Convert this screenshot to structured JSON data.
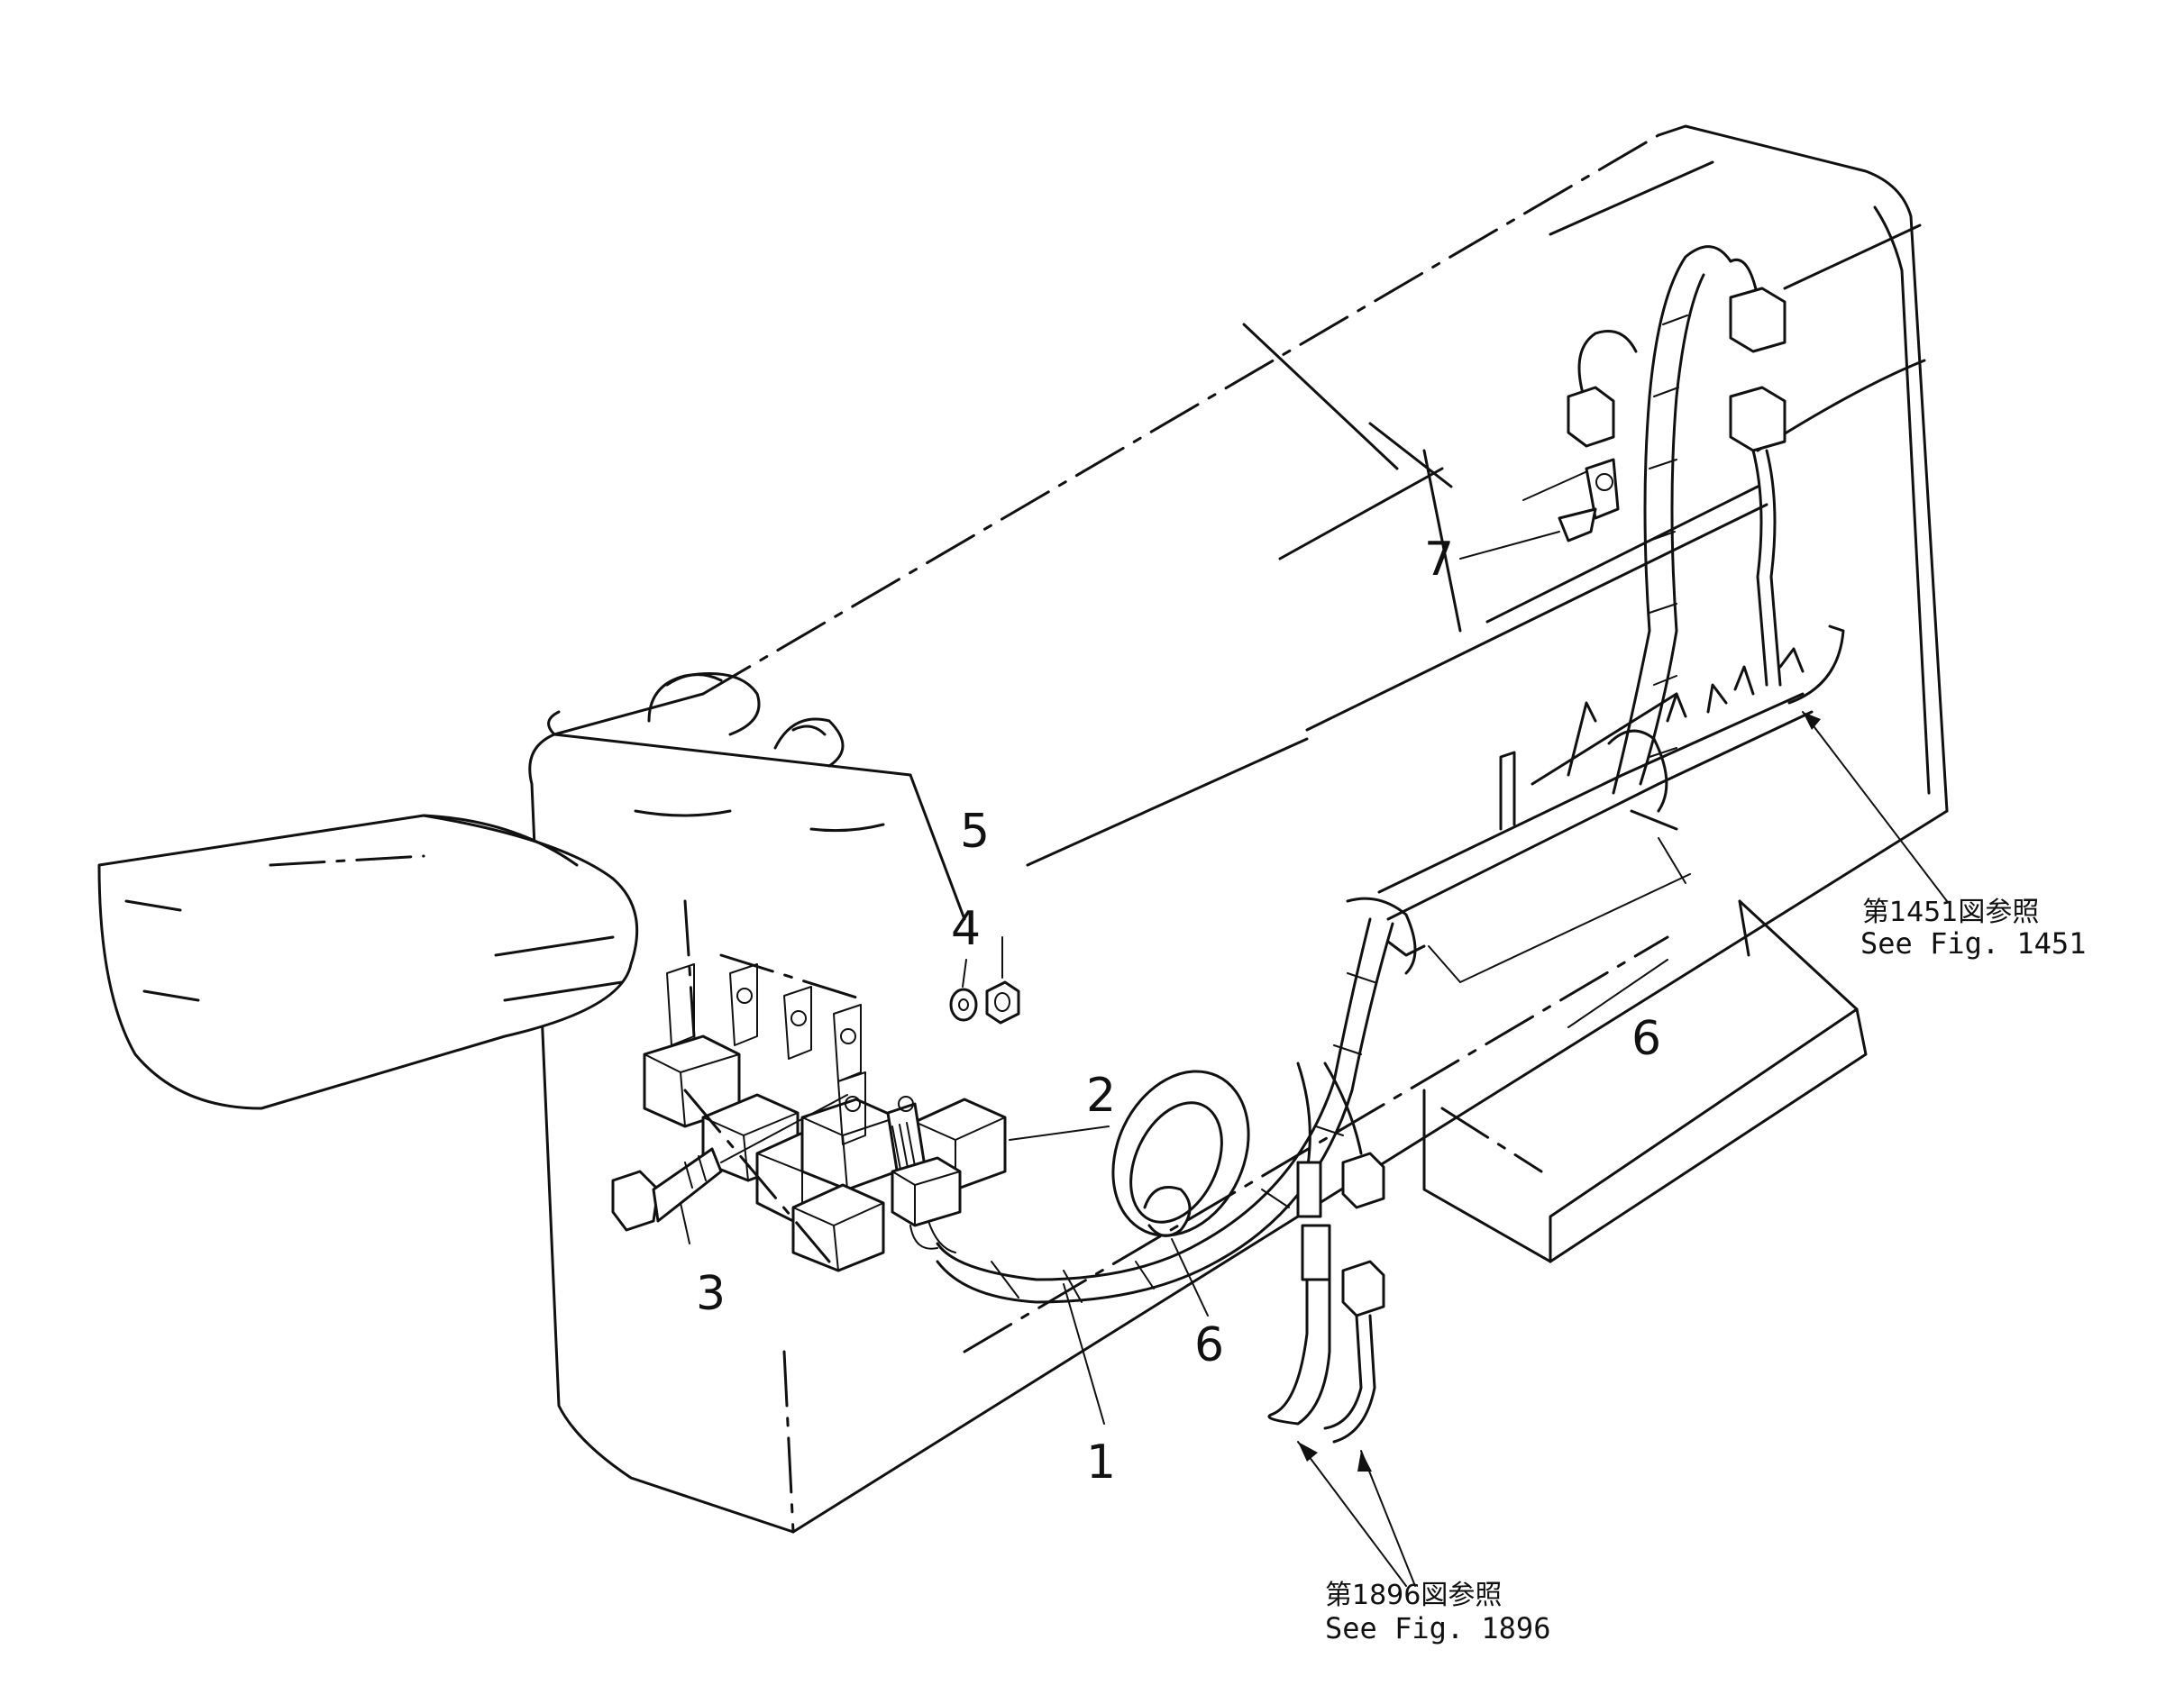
{
  "callouts": {
    "c1": "1",
    "c2": "2",
    "c3": "3",
    "c4": "4",
    "c5": "5",
    "c6a": "6",
    "c6b": "6",
    "c7": "7"
  },
  "references": {
    "right_jp": "第1451図参照",
    "right_en": "See Fig. 1451",
    "bottom_jp": "第1896図参照",
    "bottom_en": "See Fig. 1896"
  }
}
